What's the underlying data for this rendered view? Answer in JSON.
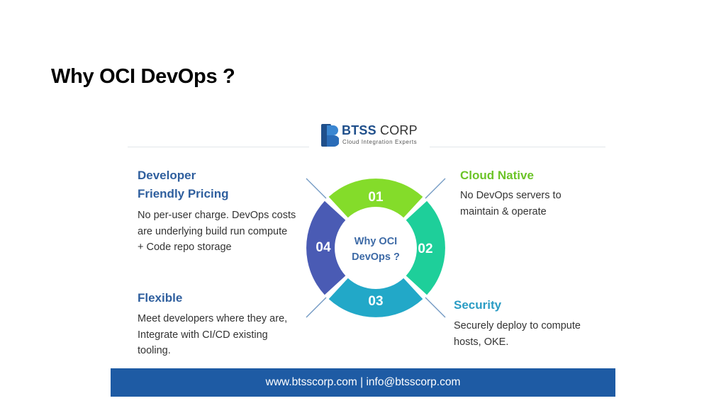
{
  "title": "Why OCI DevOps ?",
  "logo": {
    "name": "BTSS",
    "name_suffix": "CORP",
    "tagline": "Cloud Integration Experts"
  },
  "wheel": {
    "center_line1": "Why OCI",
    "center_line2": "DevOps ?",
    "segments": [
      "01",
      "02",
      "03",
      "04"
    ]
  },
  "blocks": {
    "developer": {
      "heading_line1": "Developer",
      "heading_line2": "Friendly Pricing",
      "lines": [
        "No per-user charge. DevOps costs",
        "are underlying build run compute",
        "+ Code repo storage"
      ]
    },
    "cloud_native": {
      "heading": "Cloud Native",
      "lines": [
        "No DevOps servers to",
        "maintain & operate"
      ]
    },
    "flexible": {
      "heading": "Flexible",
      "lines": [
        "Meet developers where they are,",
        "Integrate with CI/CD existing",
        "tooling."
      ]
    },
    "security": {
      "heading": "Security",
      "lines": [
        "Securely deploy to compute",
        "hosts, OKE."
      ]
    }
  },
  "footer": "www.btsscorp.com | info@btsscorp.com",
  "colors": {
    "seg01": "#84dc2a",
    "seg02": "#1ecf9a",
    "seg03": "#22a8c8",
    "seg04": "#4a5bb4",
    "footer": "#1e5ba4",
    "heading_blue": "#2f5f9e"
  }
}
